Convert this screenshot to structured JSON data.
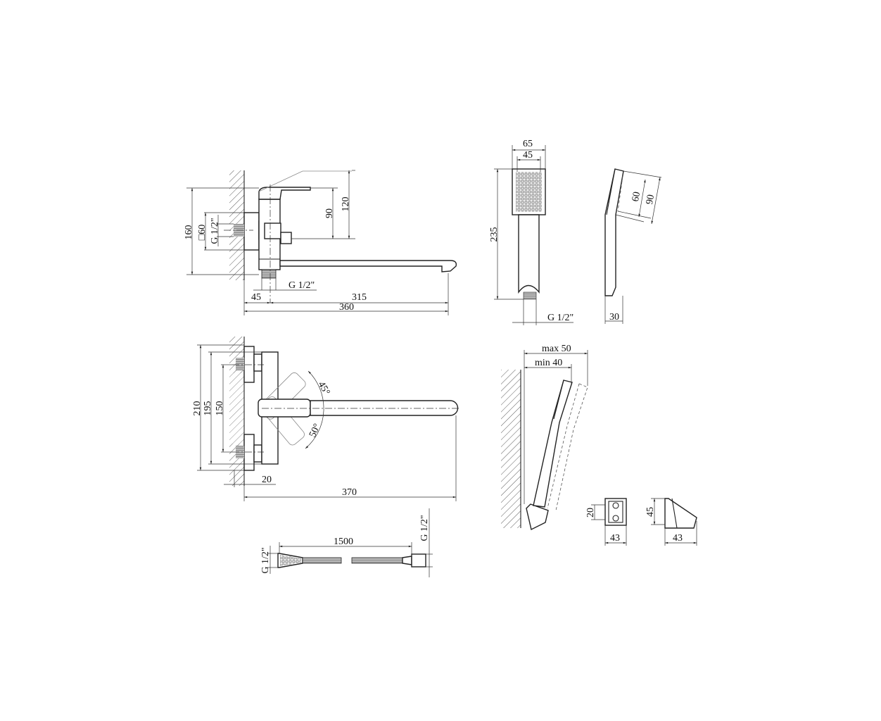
{
  "drawing": {
    "mixer_side_view": {
      "height_total": "160",
      "lever_height": "120",
      "body_height": "90",
      "flange_size": "□60",
      "inlet_thread": "G 1/2\"",
      "outlet_thread": "G 1/2\"",
      "wall_offset": "45",
      "spout_reach": "315",
      "total_depth": "360"
    },
    "mixer_top_view": {
      "height_outer": "210",
      "height_body": "195",
      "inlet_spacing": "150",
      "angle_up": "45°",
      "angle_down": "50°",
      "wall_gap": "20",
      "total_length": "370"
    },
    "hand_shower_front": {
      "head_width": "65",
      "spray_width": "45",
      "length": "235",
      "thread": "G 1/2\""
    },
    "hand_shower_side": {
      "spray_height": "60",
      "head_height": "90",
      "thickness": "30"
    },
    "wall_holder_view": {
      "max_offset": "max 50",
      "min_offset": "min 40"
    },
    "holder_front": {
      "height": "20",
      "width": "43"
    },
    "holder_side": {
      "height": "45",
      "width": "43"
    },
    "hose": {
      "length": "1500",
      "thread_left": "G 1/2\"",
      "thread_right": "G 1/2\""
    }
  }
}
